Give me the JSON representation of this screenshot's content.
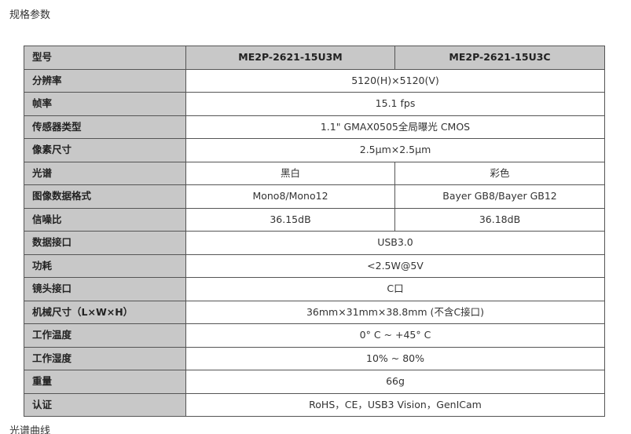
{
  "section_title": "规格参数",
  "next_section_title": "光谱曲线",
  "table": {
    "header": {
      "label": "型号",
      "models": [
        "ME2P-2621-15U3M",
        "ME2P-2621-15U3C"
      ]
    },
    "rows": [
      {
        "label": "分辨率",
        "values": [
          "5120(H)×5120(V)"
        ]
      },
      {
        "label": "帧率",
        "values": [
          "15.1 fps"
        ]
      },
      {
        "label": "传感器类型",
        "values": [
          "1.1\" GMAX0505全局曝光 CMOS"
        ]
      },
      {
        "label": "像素尺寸",
        "values": [
          "2.5μm×2.5μm"
        ]
      },
      {
        "label": "光谱",
        "values": [
          "黑白",
          "彩色"
        ]
      },
      {
        "label": "图像数据格式",
        "values": [
          "Mono8/Mono12",
          "Bayer GB8/Bayer GB12"
        ]
      },
      {
        "label": "信噪比",
        "values": [
          "36.15dB",
          "36.18dB"
        ]
      },
      {
        "label": "数据接口",
        "values": [
          "USB3.0"
        ]
      },
      {
        "label": "功耗",
        "values": [
          "<2.5W@5V"
        ]
      },
      {
        "label": "镜头接口",
        "values": [
          "C口"
        ]
      },
      {
        "label": "机械尺寸（L×W×H）",
        "values": [
          "36mm×31mm×38.8mm (不含C接口)"
        ]
      },
      {
        "label": "工作温度",
        "values": [
          "0° C ~ +45° C"
        ]
      },
      {
        "label": "工作湿度",
        "values": [
          "10% ~ 80%"
        ]
      },
      {
        "label": "重量",
        "values": [
          "66g"
        ]
      },
      {
        "label": "认证",
        "values": [
          "RoHS，CE，USB3 Vision，GenICam"
        ]
      }
    ]
  }
}
